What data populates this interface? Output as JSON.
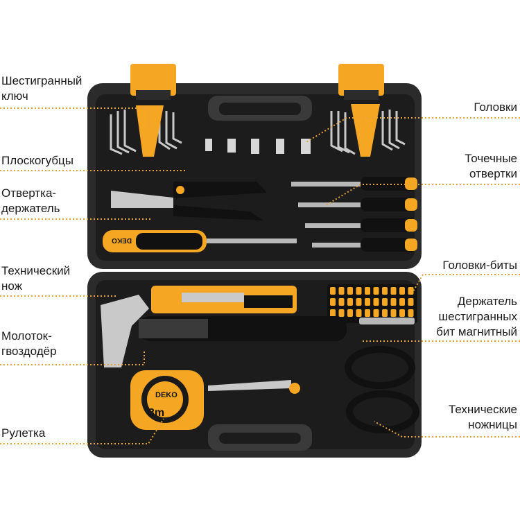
{
  "labels": {
    "hex_key": "Шестигранный\nключ",
    "pliers": "Плоскогубцы",
    "screwdriver_holder": "Отвертка-\nдержатель",
    "utility_knife": "Технический\nнож",
    "claw_hammer": "Молоток-\nгвоздодёр",
    "tape_measure": "Рулетка",
    "sockets": "Головки",
    "precision_screwdrivers": "Точечные\nотвертки",
    "bits": "Головки-биты",
    "magnetic_bit_holder": "Держатель\nшестигранных\nбит магнитный",
    "scissors": "Технические\nножницы"
  },
  "product": {
    "brand": "DEKO",
    "tape_length": "3m"
  },
  "colors": {
    "case": "#2b2b2b",
    "tray": "#1e1e1e",
    "accent": "#f5a623",
    "leader": "#e8a33a",
    "text": "#1a1a1a"
  }
}
